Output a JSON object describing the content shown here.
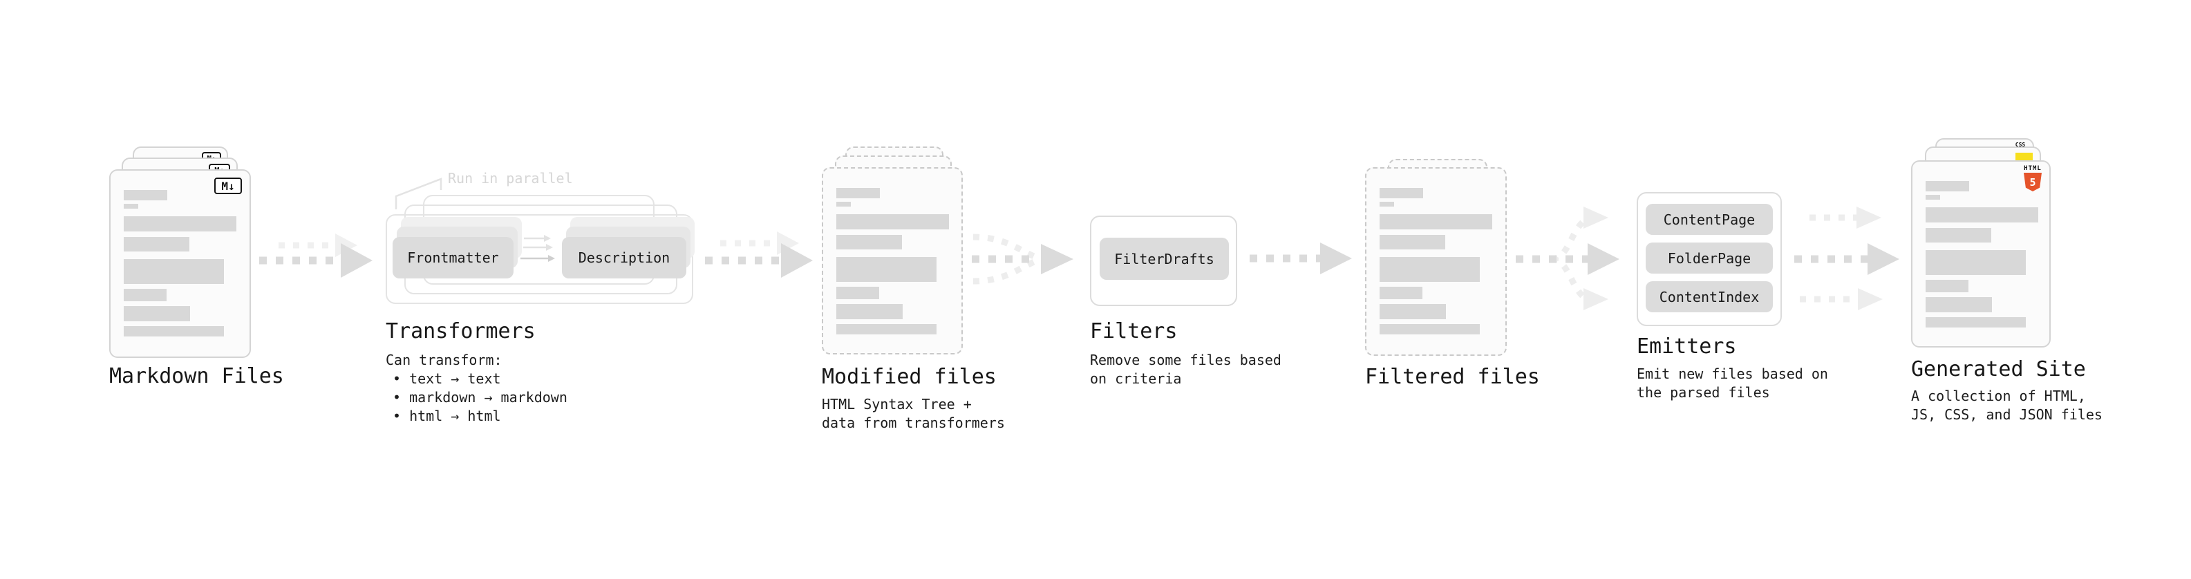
{
  "pipeline": {
    "markdown_files": {
      "label": "Markdown Files",
      "badge": "M↓"
    },
    "transformers": {
      "heading": "Transformers",
      "parallel_note": "Run in parallel",
      "boxes": [
        "Frontmatter",
        "Description"
      ],
      "note_title": "Can transform:",
      "bullets": [
        "• text → text",
        "• markdown → markdown",
        "• html → html"
      ]
    },
    "modified_files": {
      "label": "Modified files",
      "note_lines": [
        "HTML Syntax Tree +",
        "data from transformers"
      ]
    },
    "filters": {
      "heading": "Filters",
      "boxes": [
        "FilterDrafts"
      ],
      "note_lines": [
        "Remove some files based",
        "on criteria"
      ]
    },
    "filtered_files": {
      "label": "Filtered files"
    },
    "emitters": {
      "heading": "Emitters",
      "boxes": [
        "ContentPage",
        "FolderPage",
        "ContentIndex"
      ],
      "note_lines": [
        "Emit new files based on",
        "the parsed files"
      ]
    },
    "generated_site": {
      "label": "Generated Site",
      "badges": {
        "css": "CSS",
        "html": "HTML",
        "html_number": "5"
      },
      "note_lines": [
        "A collection of HTML,",
        "JS, CSS, and JSON files"
      ]
    }
  },
  "colors": {
    "background": "#ffffff",
    "card_fill": "#fbfbfb",
    "card_border": "#d4d4d4",
    "dashed_border": "#c9c9c9",
    "skeleton_bar": "#d8d8d8",
    "box_fill": "#dcdcdc",
    "container_border": "#e4e4e4",
    "arrow": "#dbdbdb",
    "arrow_light": "#ededed",
    "text": "#171717",
    "muted_note": "#d6d6d6",
    "html5_orange": "#e5532a",
    "js_yellow": "#f7df1e",
    "css_blue": "#2d6ff2"
  }
}
